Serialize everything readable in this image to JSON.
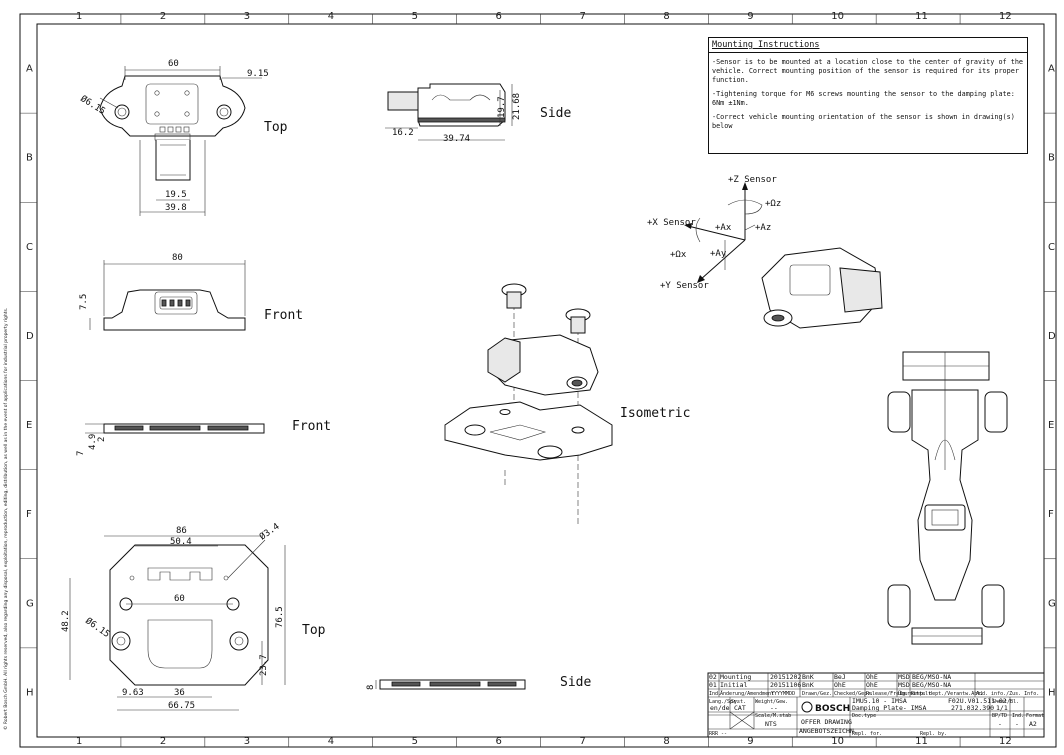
{
  "zones": {
    "columns": [
      "1",
      "2",
      "3",
      "4",
      "5",
      "6",
      "7",
      "8",
      "9",
      "10",
      "11",
      "12"
    ],
    "rows": [
      "A",
      "B",
      "C",
      "D",
      "E",
      "F",
      "G",
      "H"
    ]
  },
  "views": {
    "top_1": "Top",
    "side_1": "Side",
    "front_1": "Front",
    "front_2": "Front",
    "isometric": "Isometric",
    "top_2": "Top",
    "side_2": "Side"
  },
  "dimensions": {
    "top1_width": "60",
    "top1_offset": "9.15",
    "top1_hole": "Ø6.15",
    "top1_connector": "19.5",
    "top1_base": "39.8",
    "side1_left": "16.2",
    "side1_length": "39.74",
    "side1_h1": "19.7",
    "side1_h2": "21.68",
    "front1_width": "80",
    "front1_height": "7.5",
    "front2_h1": "7",
    "front2_h2": "4.9",
    "front2_h3": "2",
    "top2_outer": "86",
    "top2_inner": "50.4",
    "top2_hole_small": "Ø3.4",
    "top2_spacing": "60",
    "top2_height": "48.2",
    "top2_hole": "Ø6.15",
    "top2_total_h": "76.5",
    "top2_offset_h": "23.7",
    "top2_left": "9.63",
    "top2_center": "36",
    "top2_total_w": "66.75",
    "side2_h": "8"
  },
  "mounting_instructions": {
    "title": "Mounting Instructions",
    "notes": [
      "-Sensor is to be mounted at a location close to the center of gravity of the vehicle. Correct mounting position of the sensor is required for its proper function.",
      "-Tightening torque for M6 screws mounting the sensor to the damping plate: 6Nm ±1Nm.",
      "-Correct vehicle mounting orientation of the sensor is shown in drawing(s) below"
    ]
  },
  "axes": {
    "z_sensor": "+Z Sensor",
    "x_sensor": "+X Sensor",
    "y_sensor": "+Y Sensor",
    "omega_z": "+Ωz",
    "omega_x": "+Ωx",
    "ax": "+Ax",
    "ay": "+Ay",
    "az": "+Az"
  },
  "title_block": {
    "revisions": [
      {
        "idx": "02",
        "text": "Mounting",
        "date": "20151202",
        "by": "BnK",
        "chk": "BeJ",
        "app": "OhE",
        "dept": "MSD",
        "dist": "BEG/MSO-NA"
      },
      {
        "idx": "01",
        "text": "Initial",
        "date": "20151106",
        "by": "BnK",
        "chk": "OhE",
        "app": "OhE",
        "dept": "MSD",
        "dist": "BEG/MSO-NA"
      }
    ],
    "header_labels": [
      "Ind.",
      "Änderung/Amendment",
      "YYYYMMDD",
      "Drawn/Gez.",
      "Checked/Gepr.",
      "Release/Freig.",
      "Übermittelt",
      "Resp. dept./Verantw.Abt.",
      "Add. info./Zus. Info."
    ],
    "lang_label": "Lang./Spr.",
    "lang_value": "en/de",
    "syst_label": "Syst.",
    "syst_value": "CAT",
    "weight_label": "Weight/Gew.",
    "weight_value": "--",
    "scale_label": "Scale/M.stab",
    "scale_value": "NTS",
    "brand": "BOSCH",
    "title_line1": "IMU5.10 - IMSA",
    "title_line2": "Damping Plate- IMSA",
    "doc_number": "F02U.V01.511-02",
    "doc_number2": "271.032.390",
    "sheet_label": "Sheet/Bl.",
    "sheet_value": "1/1",
    "doc_type_label": "Doc.type",
    "offer_line1": "OFFER DRAWING",
    "offer_line2": "ANGEBOTSZEICHN.",
    "repl_for": "Repl. for.",
    "repl_by": "Repl. by.",
    "bp_label": "BP/TD",
    "ind_label": "Ind.",
    "format_label": "Format",
    "format_value": "A2",
    "ind_value": "-",
    "bp_value": "-",
    "rrr": "RRR --"
  },
  "side_note": "© Robert Bosch GmbH. All rights reserved, also regarding any disposal, exploitation, reproduction, editing, distribution, as well as in the event of applications for industrial property rights."
}
